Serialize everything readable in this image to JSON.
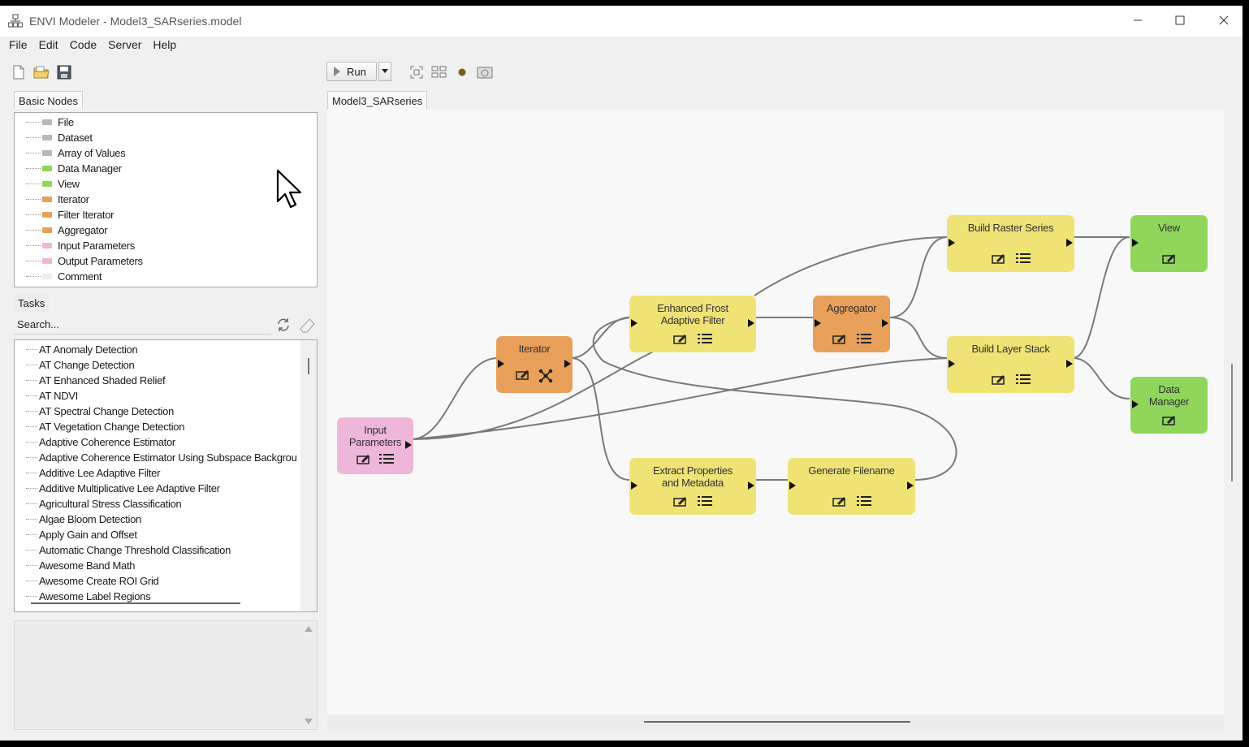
{
  "window": {
    "app_title": "ENVI Modeler -  Model3_SARseries.model"
  },
  "menu": [
    "File",
    "Edit",
    "Code",
    "Server",
    "Help"
  ],
  "toolbar": {
    "run_label": "Run"
  },
  "basic_nodes": {
    "tab_label": "Basic Nodes",
    "items": [
      {
        "label": "File",
        "color": "#b8b8b8"
      },
      {
        "label": "Dataset",
        "color": "#b8b8b8"
      },
      {
        "label": "Array of Values",
        "color": "#b8b8b8"
      },
      {
        "label": "Data Manager",
        "color": "#8fd65b"
      },
      {
        "label": "View",
        "color": "#8fd65b"
      },
      {
        "label": "Iterator",
        "color": "#e9a05a"
      },
      {
        "label": "Filter Iterator",
        "color": "#e9a05a"
      },
      {
        "label": "Aggregator",
        "color": "#e9a05a"
      },
      {
        "label": "Input Parameters",
        "color": "#eeb6d8"
      },
      {
        "label": "Output Parameters",
        "color": "#eeb6d8"
      },
      {
        "label": "Comment",
        "color": "#eeeeee"
      }
    ]
  },
  "tasks": {
    "tab_label": "Tasks",
    "search_placeholder": "Search...",
    "items": [
      "AT Anomaly Detection",
      "AT Change Detection",
      "AT Enhanced Shaded Relief",
      "AT NDVI",
      "AT Spectral Change Detection",
      "AT Vegetation Change Detection",
      "Adaptive Coherence Estimator",
      "Adaptive Coherence Estimator Using Subspace Backgrou",
      "Additive Lee Adaptive Filter",
      "Additive Multiplicative Lee Adaptive Filter",
      "Agricultural Stress Classification",
      "Algae Bloom Detection",
      "Apply Gain and Offset",
      "Automatic Change Threshold Classification",
      "Awesome Band Math",
      "Awesome Create ROI Grid",
      "Awesome Label Regions"
    ]
  },
  "model_tab": "Model3_SARseries",
  "colors": {
    "task_node": "#efe376",
    "iterator_node": "#e9a05a",
    "output_node": "#8fd65b",
    "input_node": "#eeb6d8"
  },
  "nodes": {
    "input": "Input\nParameters",
    "iterator": "Iterator",
    "frost": "Enhanced Frost\nAdaptive Filter",
    "aggregator": "Aggregator",
    "raster_series": "Build Raster Series",
    "layer_stack": "Build Layer Stack",
    "view": "View",
    "data_manager": "Data\nManager",
    "extract": "Extract Properties\nand Metadata",
    "filename": "Generate Filename"
  }
}
